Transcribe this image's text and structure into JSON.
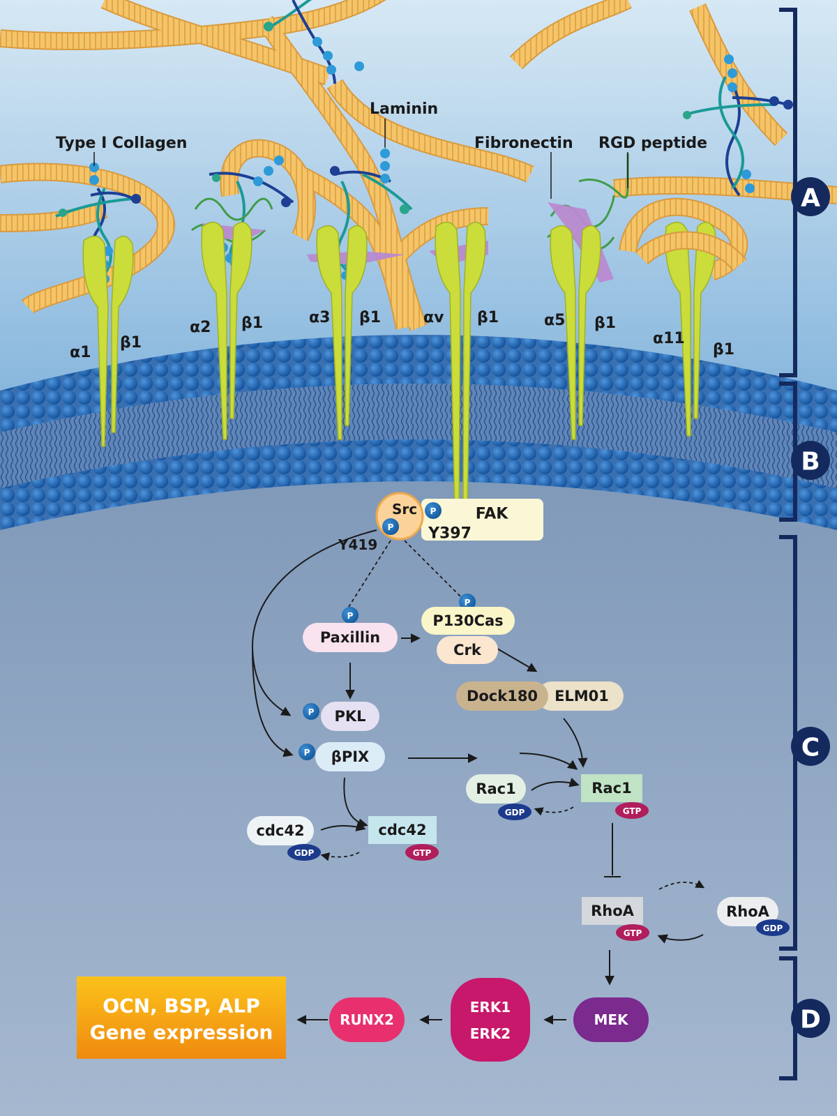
{
  "colors": {
    "ecm_top": "#cfe3f1",
    "ecm_bottom": "#7fb0d8",
    "cytoplasm_top": "#7f9aba",
    "cytoplasm_bottom": "#aab9cf",
    "fiber": "#f3c064",
    "lipid_head": "#1c64b4",
    "integrin": "#c9dc3a",
    "phospho": "#1c6fb5",
    "gdp": "#1c3a8c",
    "gtp": "#b01e5c",
    "bracket": "#142a5e",
    "mek": "#7b2a8e",
    "erk": "#c8186b",
    "runx2": "#e8306e",
    "gene_box": "#f39a14"
  },
  "ligands": {
    "collagen": "Type I Collagen",
    "laminin": "Laminin",
    "fibronectin": "Fibronectin",
    "rgd": "RGD peptide"
  },
  "integrins": [
    {
      "alpha": "α1",
      "beta": "β1"
    },
    {
      "alpha": "α2",
      "beta": "β1"
    },
    {
      "alpha": "α3",
      "beta": "β1"
    },
    {
      "alpha": "αv",
      "beta": "β1"
    },
    {
      "alpha": "α5",
      "beta": "β1"
    },
    {
      "alpha": "α11",
      "beta": "β1"
    }
  ],
  "sections": [
    "A",
    "B",
    "C",
    "D"
  ],
  "phospho_symbol": "P",
  "nodes": {
    "src": "Src",
    "fak": "FAK",
    "y397": "Y397",
    "y419": "Y419",
    "paxillin": "Paxillin",
    "p130cas": "P130Cas",
    "crk": "Crk",
    "dock180": "Dock180",
    "elmo1": "ELM01",
    "pkl": "PKL",
    "bpix": "βPIX",
    "rac1_gdp": "Rac1",
    "rac1_gtp": "Rac1",
    "cdc42_gdp": "cdc42",
    "cdc42_gtp": "cdc42",
    "rhoa_gtp": "RhoA",
    "rhoa_gdp": "RhoA",
    "gdp": "GDP",
    "gtp": "GTP",
    "mek": "MEK",
    "erk1": "ERK1",
    "erk2": "ERK2",
    "runx2": "RUNX2",
    "gene_line1": "OCN, BSP, ALP",
    "gene_line2": "Gene expression"
  }
}
